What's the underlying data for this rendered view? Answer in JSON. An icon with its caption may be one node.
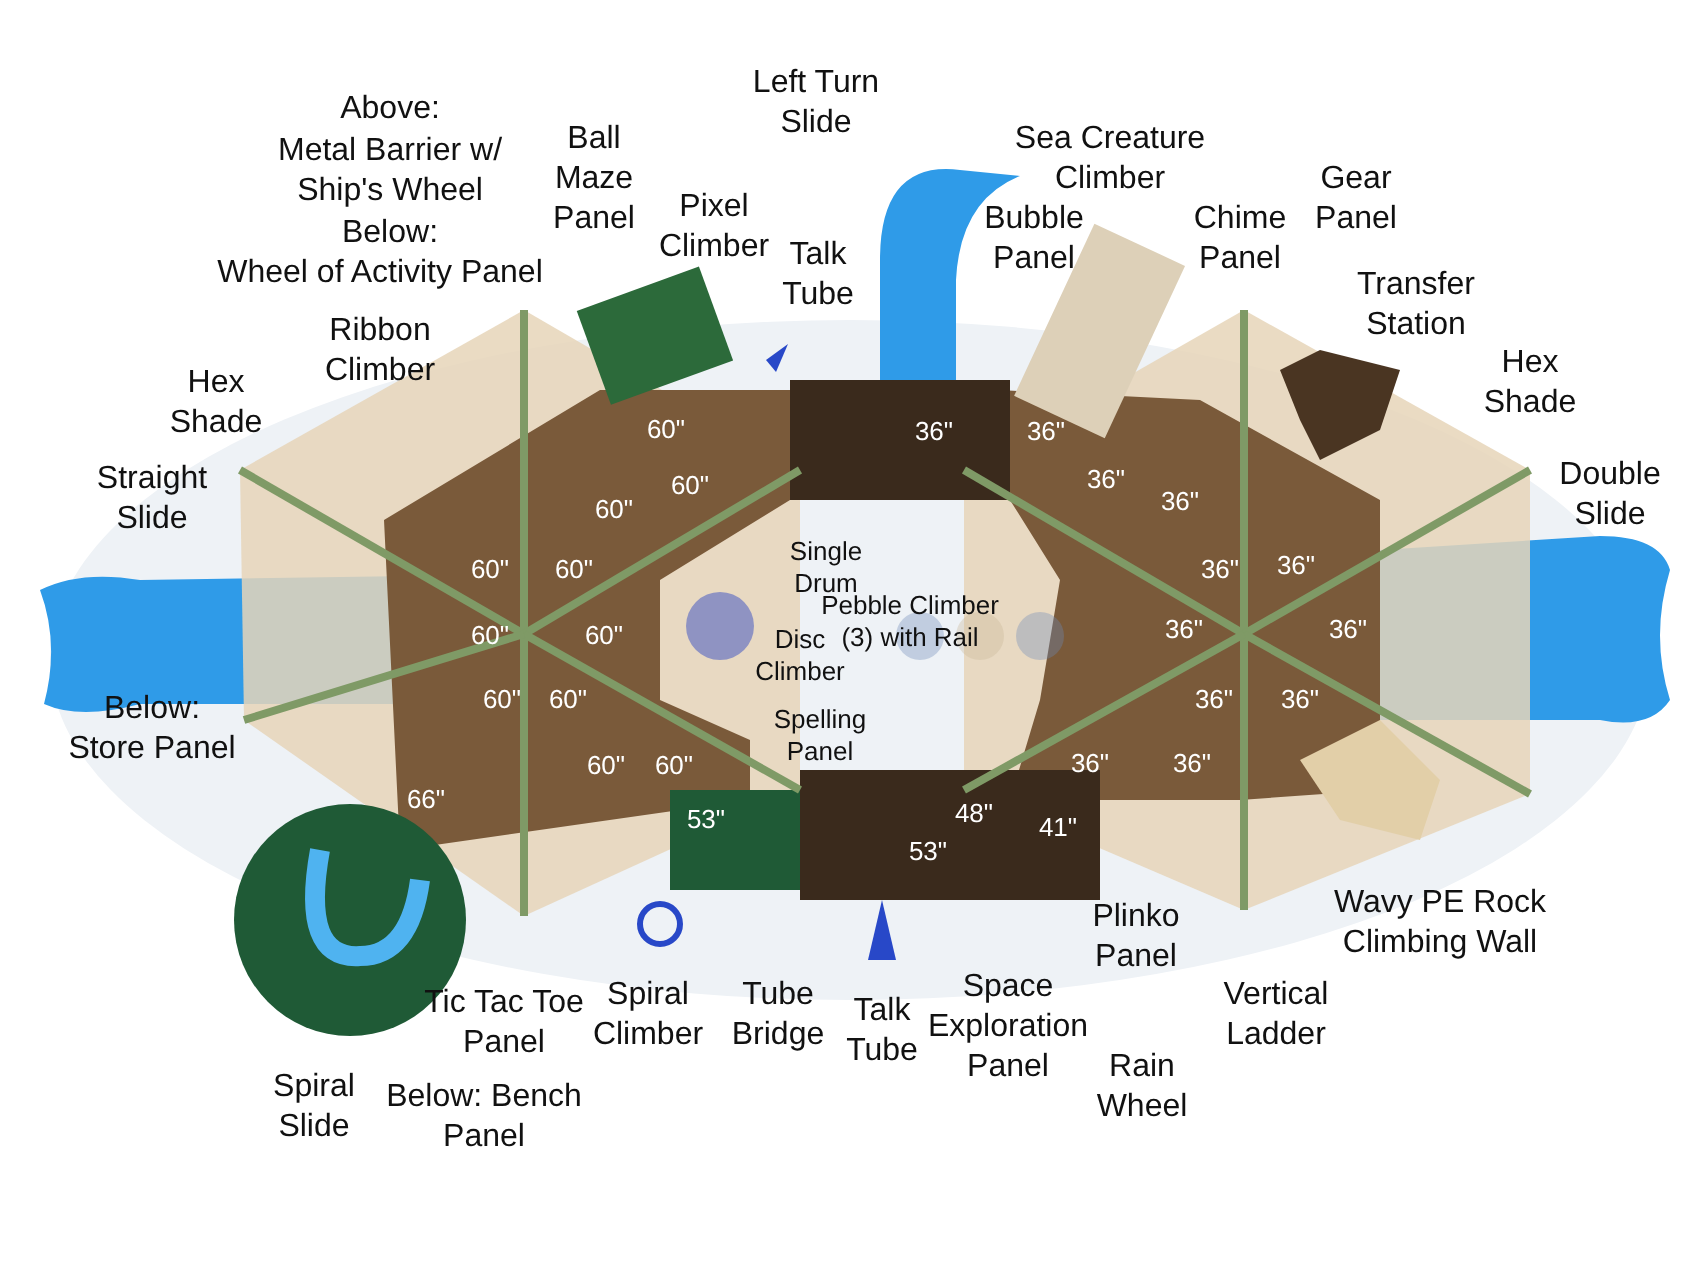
{
  "diagram": {
    "labels": [
      "Above:",
      "Left Turn Slide",
      "Metal Barrier w/ Ship's Wheel",
      "Ball Maze Panel",
      "Sea Creature Climber",
      "Pixel Climber",
      "Bubble Panel",
      "Chime Panel",
      "Gear Panel",
      "Below:",
      "Wheel of Activity Panel",
      "Talk Tube",
      "Transfer Station",
      "Ribbon Climber",
      "Hex Shade",
      "Hex Shade",
      "60\"",
      "36\"",
      "36\"",
      "Straight Slide",
      "60\"",
      "36\"",
      "Double Slide",
      "60\"",
      "36\"",
      "60\"",
      "60\"",
      "Single Drum",
      "36\"",
      "36\"",
      "60\"",
      "60\"",
      "Disc Climber",
      "Pebble Climber (3) with Rail",
      "36\"",
      "36\"",
      "Below: Store Panel",
      "60\"",
      "60\"",
      "Spelling Panel",
      "36\"",
      "36\"",
      "60\"",
      "60\"",
      "36\"",
      "36\"",
      "66\"",
      "53\"",
      "48\"",
      "41\"",
      "53\"",
      "Plinko Panel",
      "Wavy PE Rock Climbing Wall",
      "Tic Tac Toe Panel",
      "Spiral Climber",
      "Tube Bridge",
      "Talk Tube",
      "Space Exploration Panel",
      "Vertical Ladder",
      "Spiral Slide",
      "Below: Bench Panel",
      "Rain Wheel"
    ]
  }
}
